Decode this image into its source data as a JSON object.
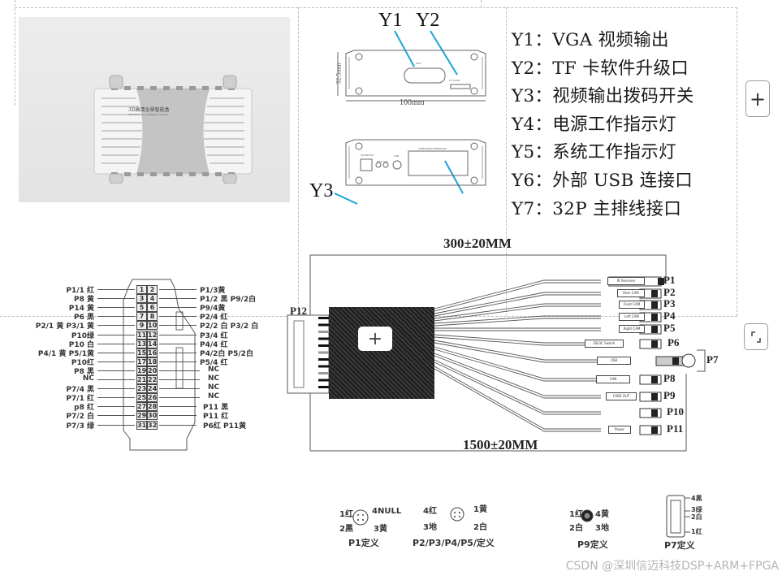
{
  "photo": {
    "caption": "3D高清全景智能盒",
    "caption_sub": "3D panoramic intelligent system"
  },
  "drawing": {
    "y_labels": [
      "Y1",
      "Y2",
      "Y3"
    ],
    "dim_height": "32.5mm",
    "dim_width": "100mm",
    "port_vga": "VGA",
    "port_tf": "TF CARD",
    "port_switch": "LP-SWITCH",
    "port_leds": "POW SYS",
    "port_usb": "USB",
    "port_main": "32PIN MAIN INTERFACE"
  },
  "legend": [
    {
      "key": "Y1：",
      "text": "VGA 视频输出"
    },
    {
      "key": "Y2：",
      "text": "TF 卡软件升级口"
    },
    {
      "key": "Y3：",
      "text": "视频输出拨码开关"
    },
    {
      "key": "Y4：",
      "text": "电源工作指示灯"
    },
    {
      "key": "Y5：",
      "text": "系统工作指示灯"
    },
    {
      "key": "Y6：",
      "text": "外部 USB 连接口"
    },
    {
      "key": "Y7：",
      "text": "32P 主排线接口"
    }
  ],
  "pinout": {
    "pins": [
      [
        "1",
        "2"
      ],
      [
        "3",
        "4"
      ],
      [
        "5",
        "6"
      ],
      [
        "7",
        "8"
      ],
      [
        "9",
        "10"
      ],
      [
        "11",
        "12"
      ],
      [
        "13",
        "14"
      ],
      [
        "15",
        "16"
      ],
      [
        "17",
        "18"
      ],
      [
        "19",
        "20"
      ],
      [
        "21",
        "22"
      ],
      [
        "23",
        "24"
      ],
      [
        "25",
        "26"
      ],
      [
        "27",
        "28"
      ],
      [
        "29",
        "30"
      ],
      [
        "31",
        "32"
      ]
    ],
    "left": [
      "P1/1 红",
      "P8 黄",
      "P14 黄",
      "P6 黑",
      "P2/1 黄   P3/1 黄",
      "P10绿",
      "P10 白",
      "P4/1 黄   P5/1黄",
      "P10红",
      "P8 黑",
      "NC",
      "P7/4 黑",
      "P7/1 红",
      "p8 红",
      "P7/2 白",
      "P7/3 绿"
    ],
    "right": [
      "P1/3黄",
      "P1/2 黑   P9/2白",
      "P9/4黄",
      "P2/4 红",
      "P2/2 白   P3/2 白",
      "P3/4 红",
      "P4/4 红",
      "P4/2白   P5/2白",
      "P5/4 红",
      "NC",
      "NC",
      "NC",
      "NC",
      "P11 黑",
      "P11 红",
      "P6红   P11黄"
    ]
  },
  "harness": {
    "top_dim": "300±20MM",
    "bottom_dim": "1500±20MM",
    "connector_main": "P12",
    "connectors": [
      "P1",
      "P2",
      "P3",
      "P4",
      "P5",
      "P6",
      "P7",
      "P8",
      "P9",
      "P10",
      "P11"
    ],
    "wire_tags": [
      "IR Receiver",
      "Rear CAM",
      "Front CAM",
      "Left CAM",
      "Right CAM",
      "DS/3C Switch",
      "USB",
      "CAN",
      "CVBS OUT",
      "",
      "Power"
    ]
  },
  "definitions": {
    "p1": {
      "title": "P1定义",
      "pins": [
        "1红",
        "4NULL",
        "2黑",
        "3黄"
      ]
    },
    "p2": {
      "title": "P2/P3/P4/P5/定义",
      "pins": [
        "4红",
        "1黄",
        "3地",
        "2白"
      ]
    },
    "p9": {
      "title": "P9定义",
      "pins": [
        "1红",
        "4黄",
        "2白",
        "3地"
      ]
    },
    "p7": {
      "title": "P7定义",
      "pins": [
        "4黑",
        "3绿",
        "2白",
        "1红"
      ]
    }
  },
  "ui": {
    "zoom_in_label": "+",
    "overlay_plus_label": "+"
  },
  "watermark": "CSDN @深圳信迈科技DSP+ARM+FPGA"
}
